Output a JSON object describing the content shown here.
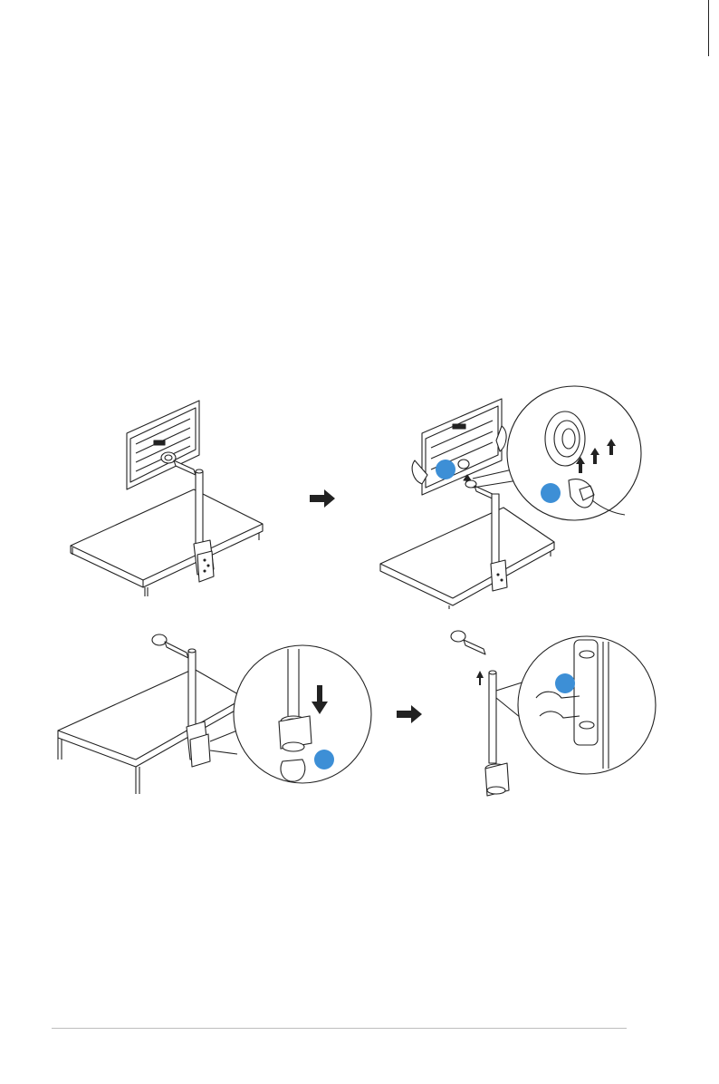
{
  "document": {
    "section": "monitor-arm-removal",
    "steps": [
      {
        "illustration": "monitor-on-arm-at-desk"
      },
      {
        "illustration": "detach-monitor-from-arm"
      },
      {
        "illustration": "remove-arm-from-clamp"
      },
      {
        "illustration": "remove-pole-from-clamp"
      }
    ],
    "colors": {
      "line": "#222222",
      "callout": "#3d8fd6",
      "rule": "#bdbdbd"
    }
  }
}
